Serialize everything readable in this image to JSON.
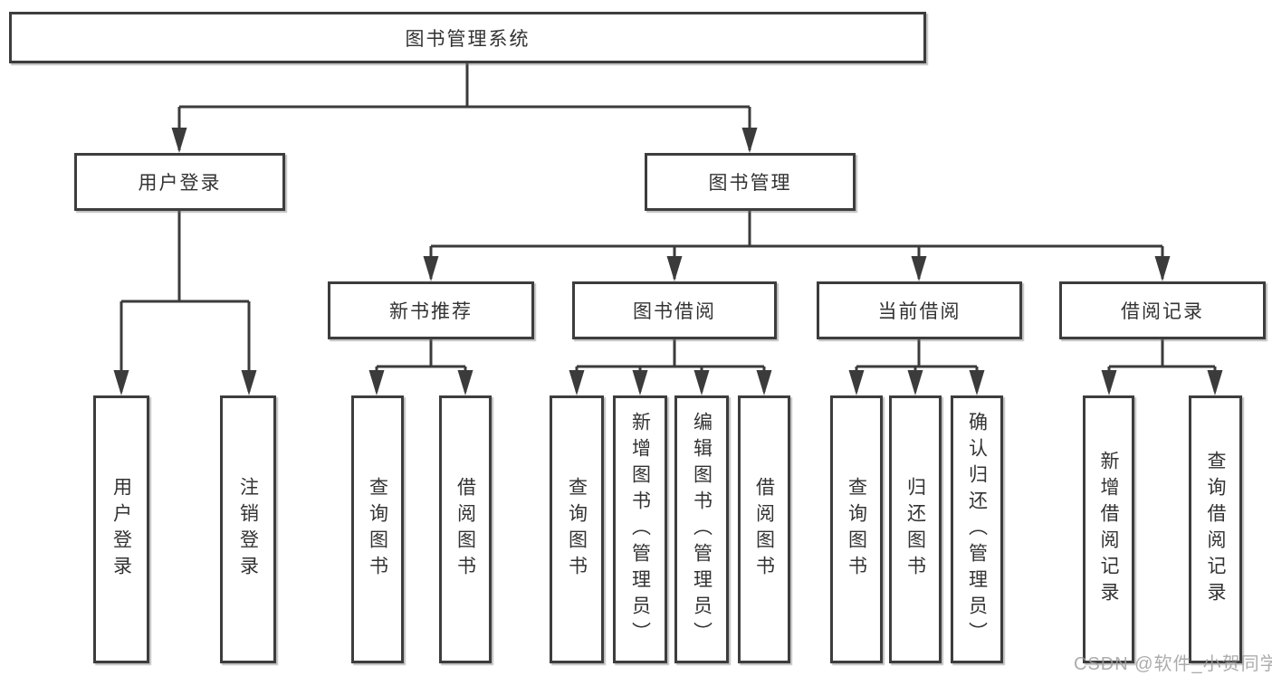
{
  "title": "图书管理系统",
  "branches": {
    "login": {
      "label": "用户登录",
      "children": [
        "用户登录",
        "注销登录"
      ]
    },
    "management": {
      "label": "图书管理"
    }
  },
  "sections": [
    {
      "label": "新书推荐",
      "children": [
        "查询图书",
        "借阅图书"
      ]
    },
    {
      "label": "图书借阅",
      "children": [
        "查询图书",
        "新增图书（管理员）",
        "编辑图书（管理员）",
        "借阅图书"
      ]
    },
    {
      "label": "当前借阅",
      "children": [
        "查询图书",
        "归还图书",
        "确认归还（管理员）"
      ]
    },
    {
      "label": "借阅记录",
      "children": [
        "新增借阅记录",
        "查询借阅记录"
      ]
    }
  ],
  "watermark": "CSDN @软件_小贺同学",
  "colors": {
    "line": "#3b3b3b",
    "border": "#3d3d3d",
    "text": "#333333",
    "watermark": "#9e9e9e",
    "background": "#ffffff"
  }
}
